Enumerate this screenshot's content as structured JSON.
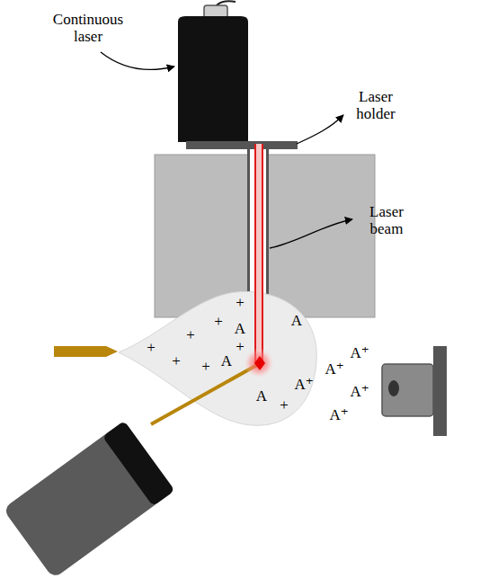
{
  "diagram": {
    "labels": [
      "Continuous laser",
      "Laser holder",
      "Laser beam",
      "+",
      "+",
      "A",
      "A",
      "+",
      "+",
      "+",
      "A",
      "+",
      "+",
      "A⁺",
      "A⁺",
      "A⁺",
      "A",
      "+",
      "A⁺",
      "A⁺"
    ]
  }
}
